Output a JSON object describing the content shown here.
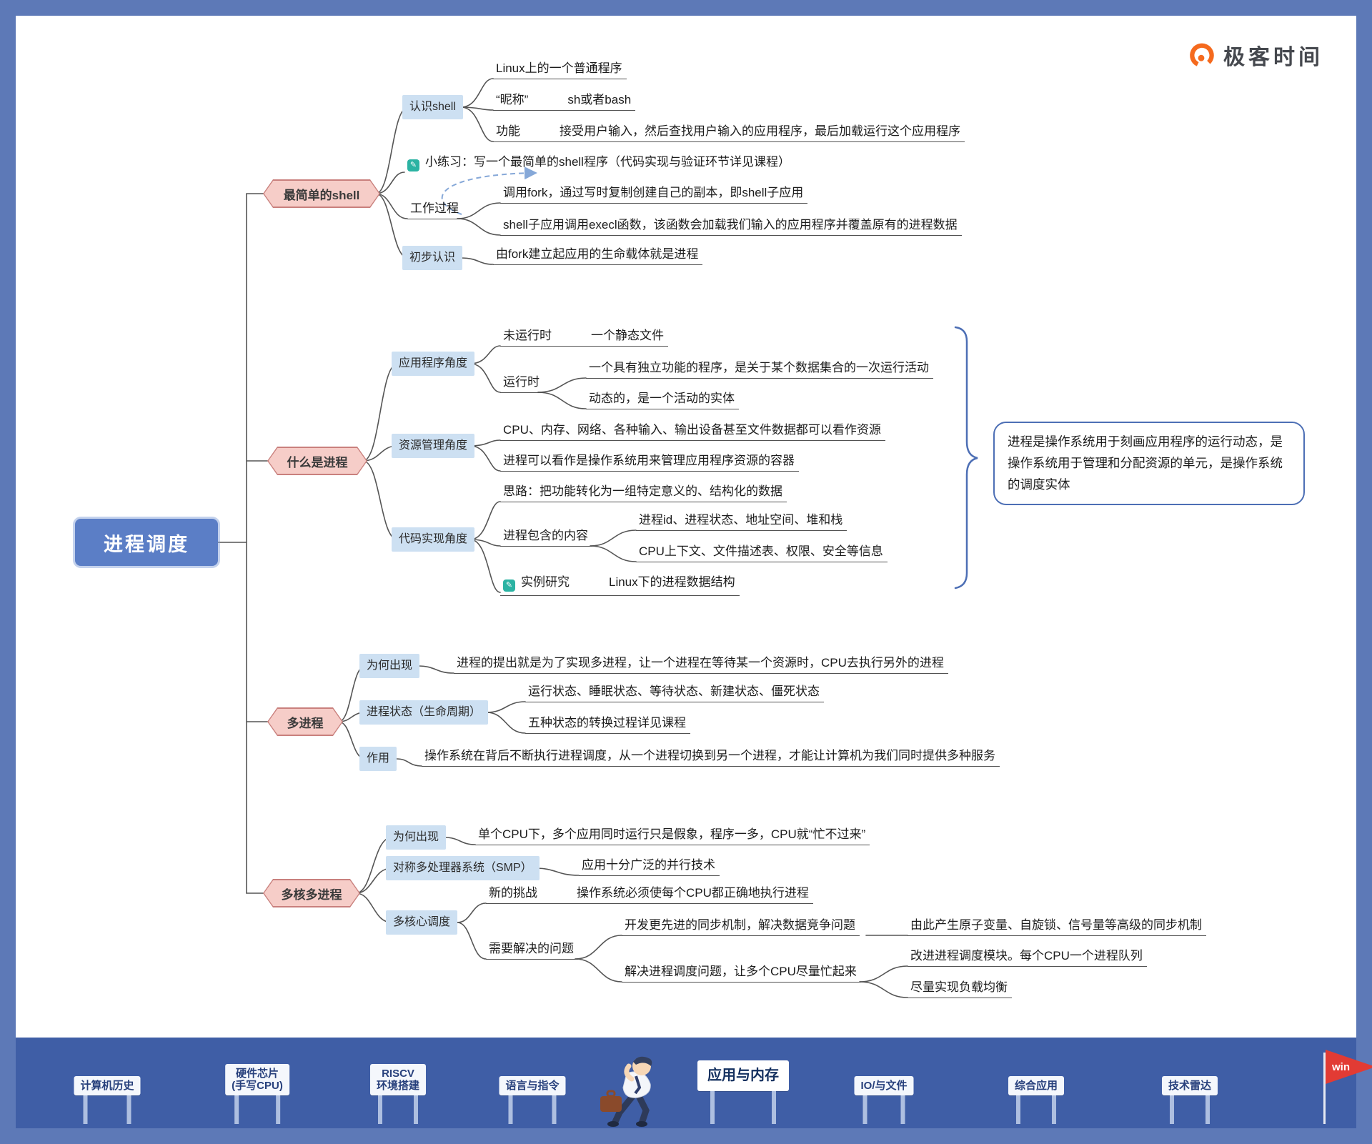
{
  "brand": {
    "name": "极客时间"
  },
  "icons": {
    "practice": "✎",
    "case": "✎"
  },
  "root": {
    "label": "进程调度"
  },
  "shell": {
    "label": "最简单的shell",
    "know": {
      "label": "认识shell",
      "plain": "Linux上的一个普通程序",
      "nick_k": "“昵称”",
      "nick_v": "sh或者bash",
      "func_k": "功能",
      "func_v": "接受用户输入，然后查找用户输入的应用程序，最后加载运行这个应用程序"
    },
    "practice": "小练习：写一个最简单的shell程序（代码实现与验证环节详见课程）",
    "work": {
      "label": "工作过程",
      "fork": "调用fork，通过写时复制创建自己的副本，即shell子应用",
      "execl": "shell子应用调用execl函数，该函数会加载我们输入的应用程序并覆盖原有的进程数据"
    },
    "first": {
      "label": "初步认识",
      "value": "由fork建立起应用的生命载体就是进程"
    }
  },
  "process": {
    "label": "什么是进程",
    "app": {
      "label": "应用程序角度",
      "notrun_k": "未运行时",
      "notrun_v": "一个静态文件",
      "run_k": "运行时",
      "run_v1": "一个具有独立功能的程序，是关于某个数据集合的一次运行活动",
      "run_v2": "动态的，是一个活动的实体"
    },
    "res": {
      "label": "资源管理角度",
      "v1": "CPU、内存、网络、各种输入、输出设备甚至文件数据都可以看作资源",
      "v2": "进程可以看作是操作系统用来管理应用程序资源的容器"
    },
    "code": {
      "label": "代码实现角度",
      "idea": "思路：把功能转化为一组特定意义的、结构化的数据",
      "contains_k": "进程包含的内容",
      "contains_v1": "进程id、进程状态、地址空间、堆和栈",
      "contains_v2": "CPU上下文、文件描述表、权限、安全等信息",
      "case_k": "实例研究",
      "case_v": "Linux下的进程数据结构"
    },
    "summary": "进程是操作系统用于刻画应用程序的运行动态，是操作系统用于管理和分配资源的单元，是操作系统的调度实体"
  },
  "multi": {
    "label": "多进程",
    "why_k": "为何出现",
    "why_v": "进程的提出就是为了实现多进程，让一个进程在等待某一个资源时，CPU去执行另外的进程",
    "state_k": "进程状态（生命周期）",
    "state_v1": "运行状态、睡眠状态、等待状态、新建状态、僵死状态",
    "state_v2": "五种状态的转换过程详见课程",
    "role_k": "作用",
    "role_v": "操作系统在背后不断执行进程调度，从一个进程切换到另一个进程，才能让计算机为我们同时提供多种服务"
  },
  "multicore": {
    "label": "多核多进程",
    "why_k": "为何出现",
    "why_v": "单个CPU下，多个应用同时运行只是假象，程序一多，CPU就“忙不过来”",
    "smp_k": "对称多处理器系统（SMP）",
    "smp_v": "应用十分广泛的并行技术",
    "sched_k": "多核心调度",
    "challenge_k": "新的挑战",
    "challenge_v": "操作系统必须使每个CPU都正确地执行进程",
    "problem_k": "需要解决的问题",
    "p1": "开发更先进的同步机制，解决数据竞争问题",
    "p1_v": "由此产生原子变量、自旋锁、信号量等高级的同步机制",
    "p2": "解决进程调度问题，让多个CPU尽量忙起来",
    "p2_v1": "改进进程调度模块。每个CPU一个进程队列",
    "p2_v2": "尽量实现负载均衡"
  },
  "footer": {
    "flag": "win",
    "items": [
      {
        "label": "计算机历史"
      },
      {
        "label": "硬件芯片",
        "label2": "(手写CPU)"
      },
      {
        "label": "RISCV",
        "label2": "环境搭建"
      },
      {
        "label": "语言与指令"
      },
      {
        "label": "应用与内存"
      },
      {
        "label": "IO/与文件"
      },
      {
        "label": "综合应用"
      },
      {
        "label": "技术雷达"
      }
    ]
  }
}
